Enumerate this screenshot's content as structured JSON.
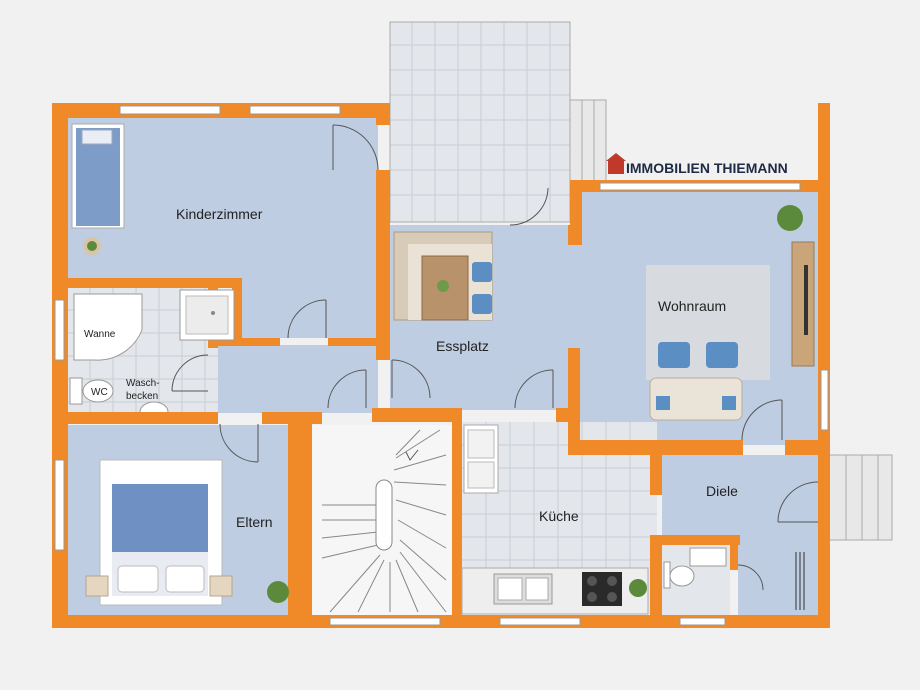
{
  "brand": {
    "name": "IMMOBILIEN THIEMANN",
    "colors": {
      "primary": "#1f2a44",
      "accent": "#c0392b"
    }
  },
  "colors": {
    "wall": "#f08a28",
    "room": "#bfcde2",
    "tile": "#e3e6ea",
    "background": "#f1f1f1"
  },
  "rooms": {
    "kinderzimmer": "Kinderzimmer",
    "wanne": "Wanne",
    "wc": "WC",
    "waschbecken_line1": "Wasch-",
    "waschbecken_line2": "becken",
    "eltern": "Eltern",
    "essplatz": "Essplatz",
    "wohnraum": "Wohnraum",
    "kueche": "Küche",
    "diele": "Diele"
  }
}
